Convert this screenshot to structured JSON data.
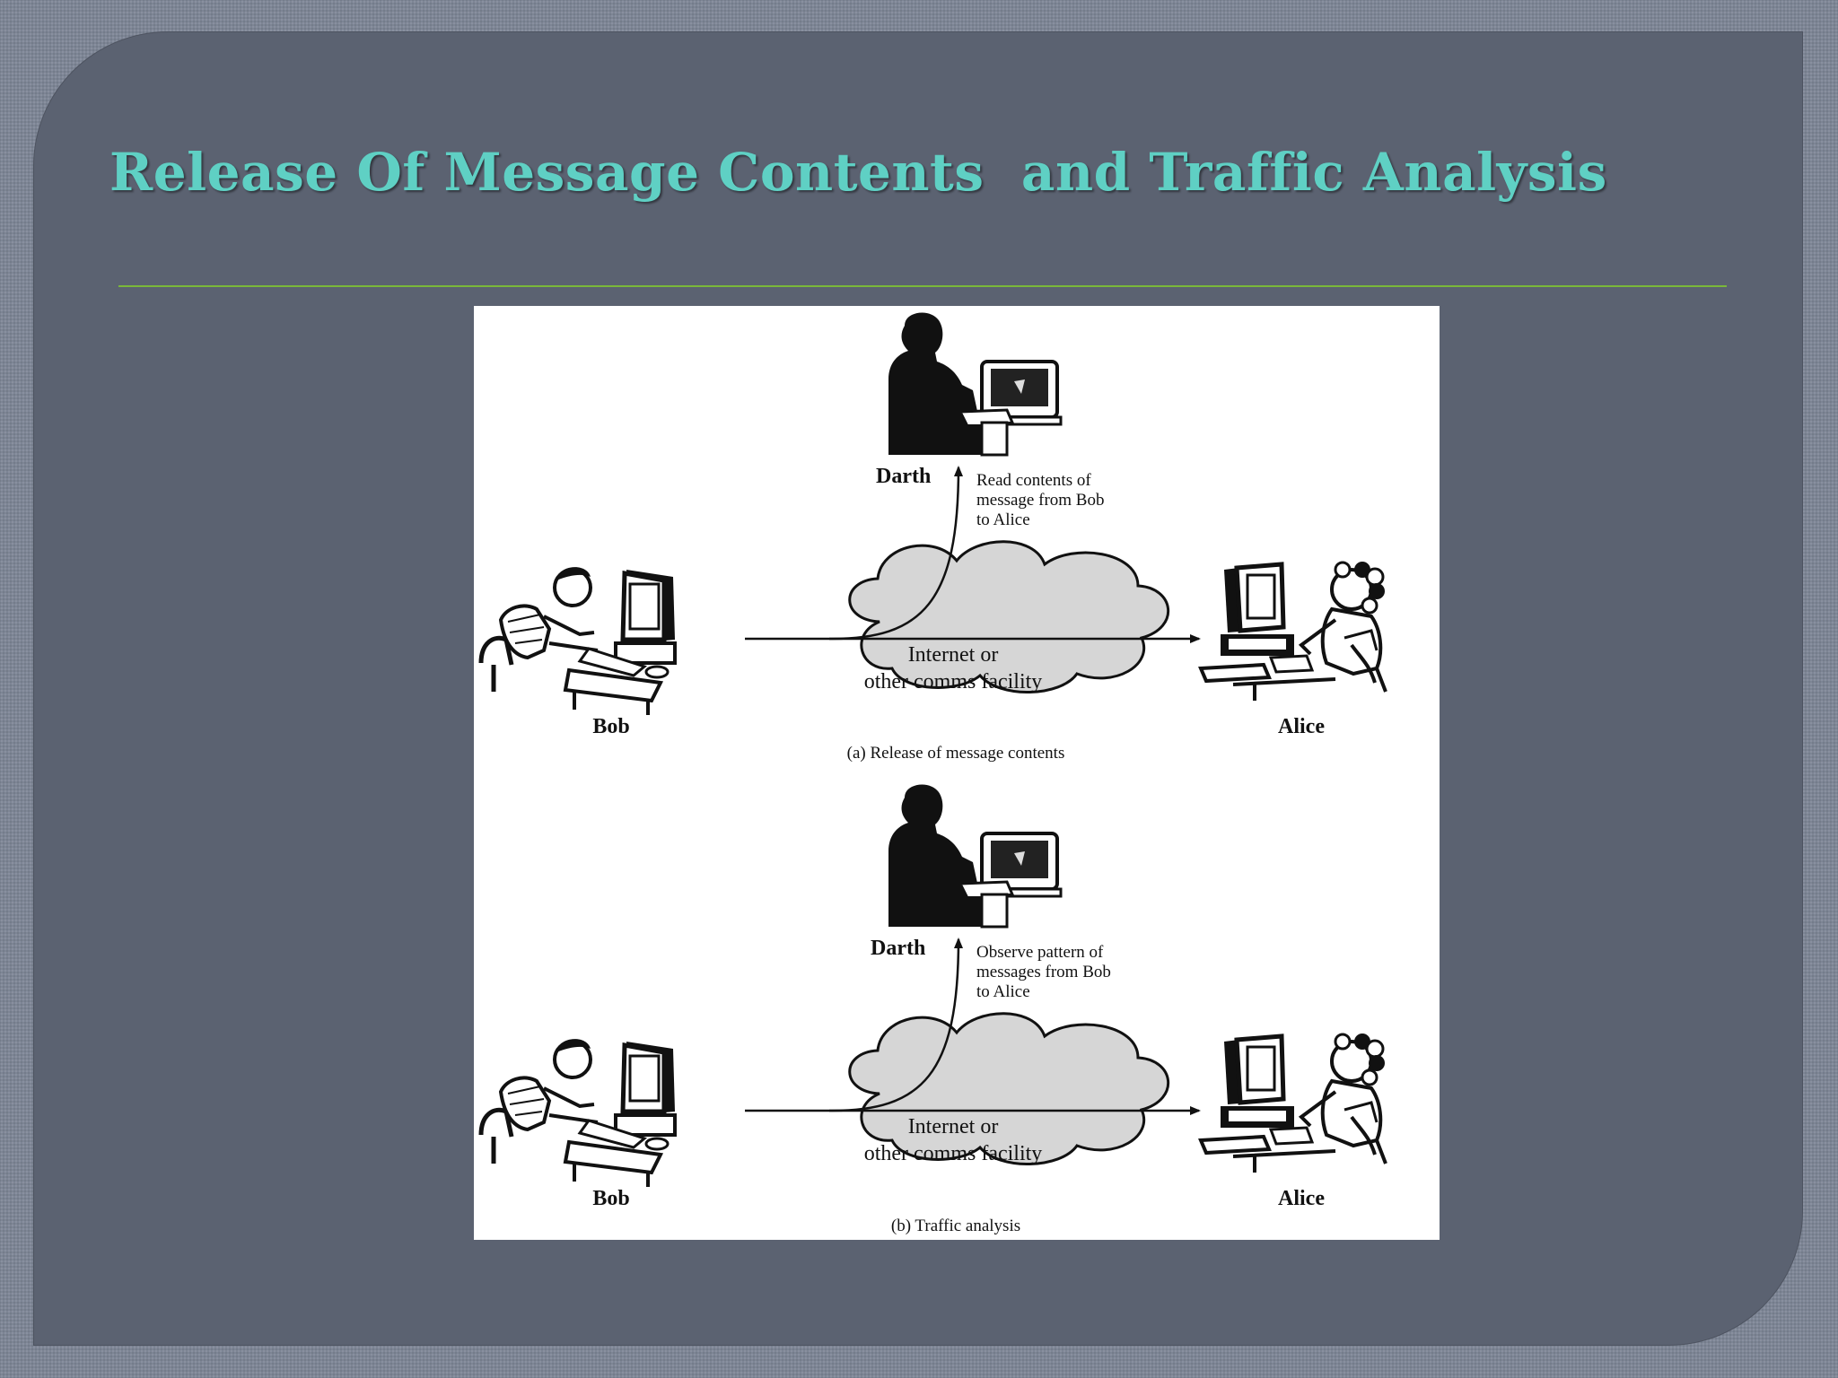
{
  "slide": {
    "title": "Release Of Message Contents  and Traffic Analysis"
  },
  "colors": {
    "background": "#7d8595",
    "panel": "#5b6271",
    "title": "#5fd0c4",
    "rule": "#7ab83a",
    "cloud": "#d6d6d6"
  },
  "diagram": {
    "panel_a": {
      "darth": "Darth",
      "note": [
        "Read contents of",
        "message from Bob",
        "to Alice"
      ],
      "cloud": [
        "Internet or",
        "other comms facility"
      ],
      "bob": "Bob",
      "alice": "Alice",
      "caption": "(a) Release of message contents"
    },
    "panel_b": {
      "darth": "Darth",
      "note": [
        "Observe pattern of",
        "messages from Bob",
        "to Alice"
      ],
      "cloud": [
        "Internet or",
        "other comms facility"
      ],
      "bob": "Bob",
      "alice": "Alice",
      "caption": "(b) Traffic analysis"
    }
  }
}
